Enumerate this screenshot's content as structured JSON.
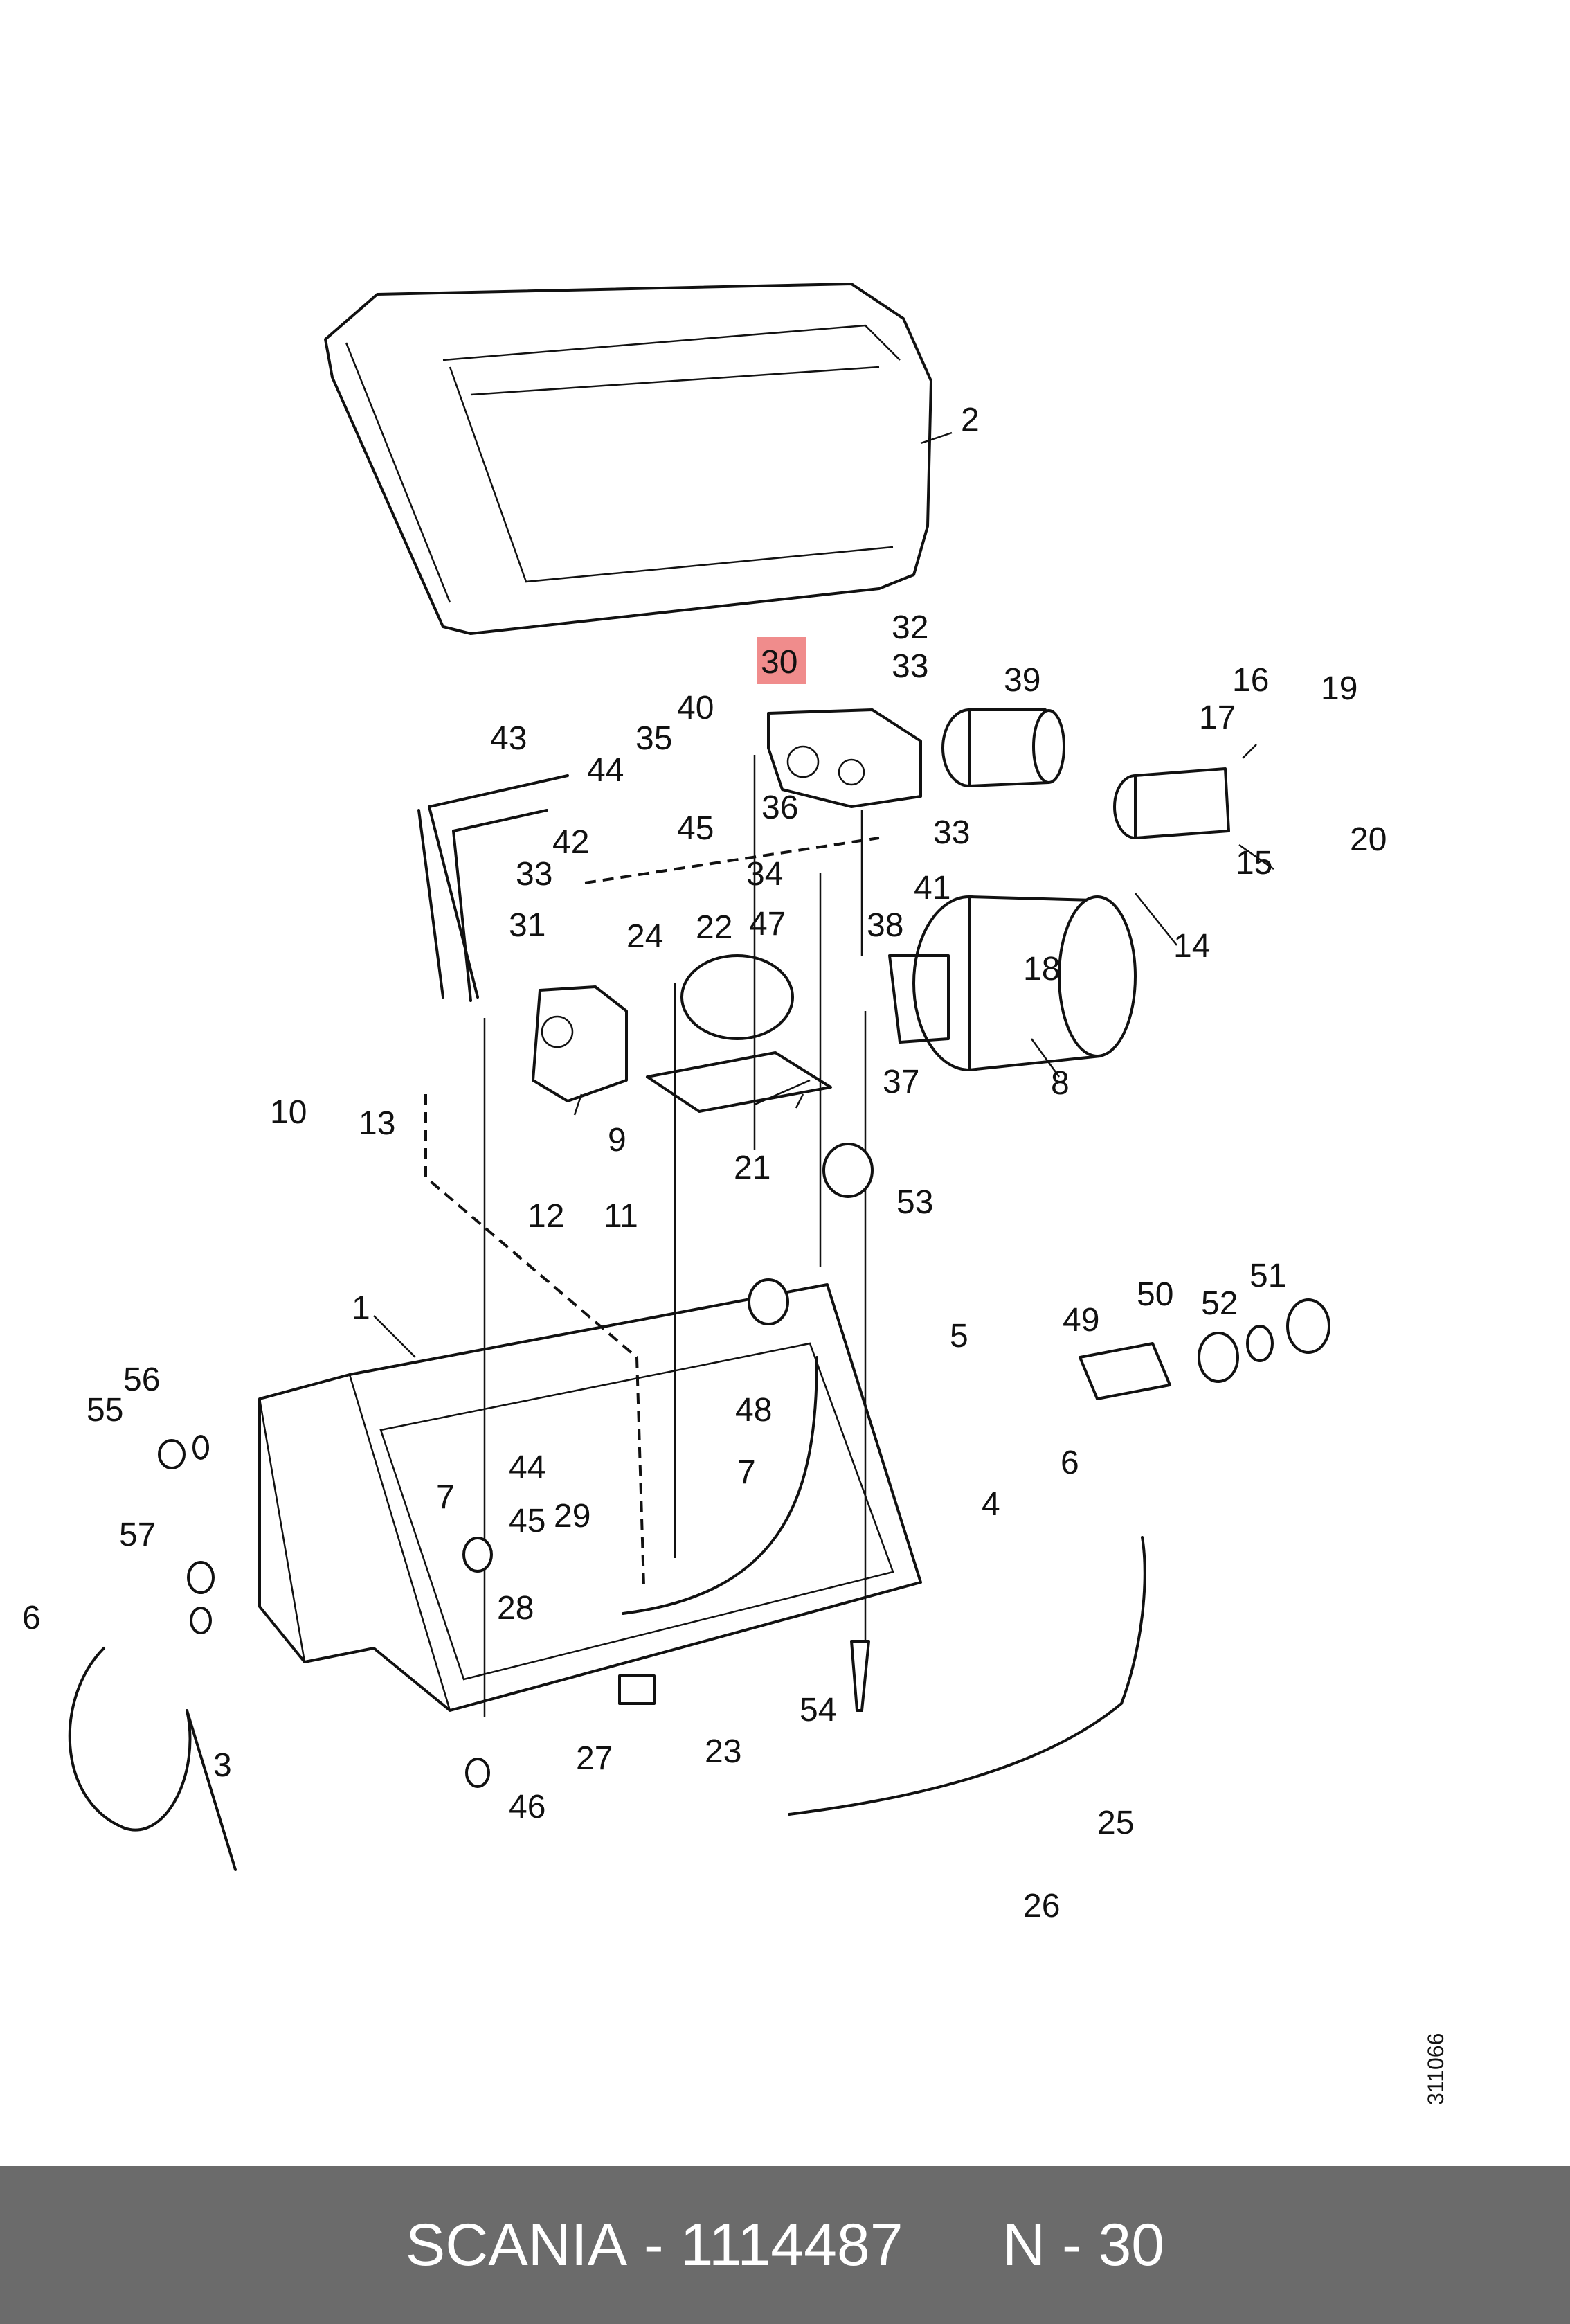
{
  "highlighted_part": "30",
  "colors": {
    "highlight": "#f08c8c",
    "footer_background": "#6b6b6b",
    "footer_text": "#ffffff"
  },
  "drawing_number": "311066",
  "footer": {
    "brand": "SCANIA",
    "separator": "-",
    "part_number": "1114487",
    "position": "N - 30"
  },
  "callouts": [
    "1",
    "2",
    "3",
    "4",
    "5",
    "6",
    "7",
    "8",
    "9",
    "10",
    "11",
    "12",
    "13",
    "14",
    "15",
    "16",
    "17",
    "18",
    "19",
    "20",
    "21",
    "22",
    "23",
    "24",
    "25",
    "26",
    "27",
    "28",
    "29",
    "30",
    "31",
    "32",
    "33",
    "34",
    "35",
    "36",
    "37",
    "38",
    "39",
    "40",
    "41",
    "42",
    "43",
    "44",
    "45",
    "46",
    "47",
    "48",
    "49",
    "50",
    "51",
    "52",
    "53",
    "54",
    "55",
    "56",
    "57"
  ]
}
